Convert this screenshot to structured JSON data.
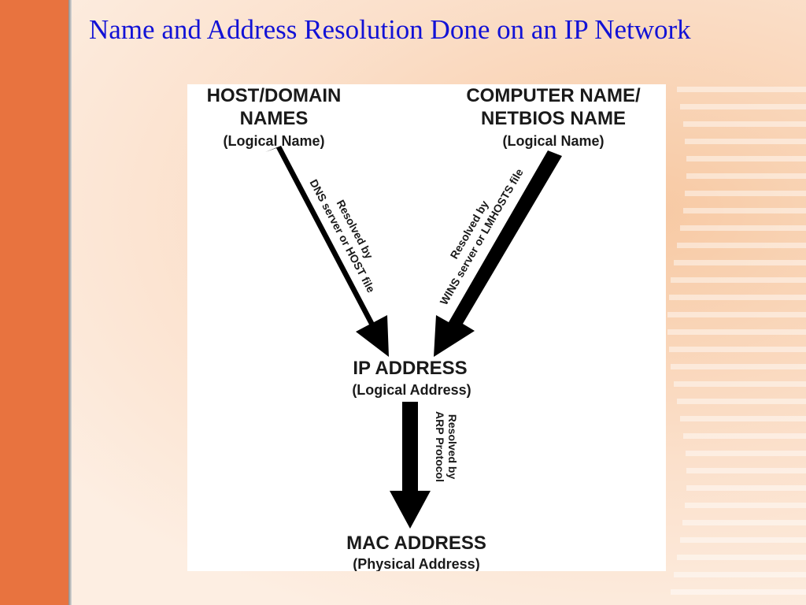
{
  "slide": {
    "title": "Name and Address Resolution Done on an IP Network",
    "accent_color": "#e8733f",
    "title_color": "#1212d6"
  },
  "diagram": {
    "nodes": {
      "host": {
        "line1": "HOST/DOMAIN",
        "line2": "NAMES",
        "sub": "(Logical Name)"
      },
      "computer": {
        "line1": "COMPUTER NAME/",
        "line2": "NETBIOS NAME",
        "sub": "(Logical Name)"
      },
      "ip": {
        "line1": "IP ADDRESS",
        "sub": "(Logical Address)"
      },
      "mac": {
        "line1": "MAC ADDRESS",
        "sub": "(Physical Address)"
      }
    },
    "edges": {
      "dns": {
        "line1": "Resolved by",
        "line2": "DNS server or HOST file"
      },
      "wins": {
        "line1": "Resolved by",
        "line2": "WINS server or LMHOSTS file"
      },
      "arp": {
        "line1": "Resolved by",
        "line2": "ARP Protocol"
      }
    }
  }
}
